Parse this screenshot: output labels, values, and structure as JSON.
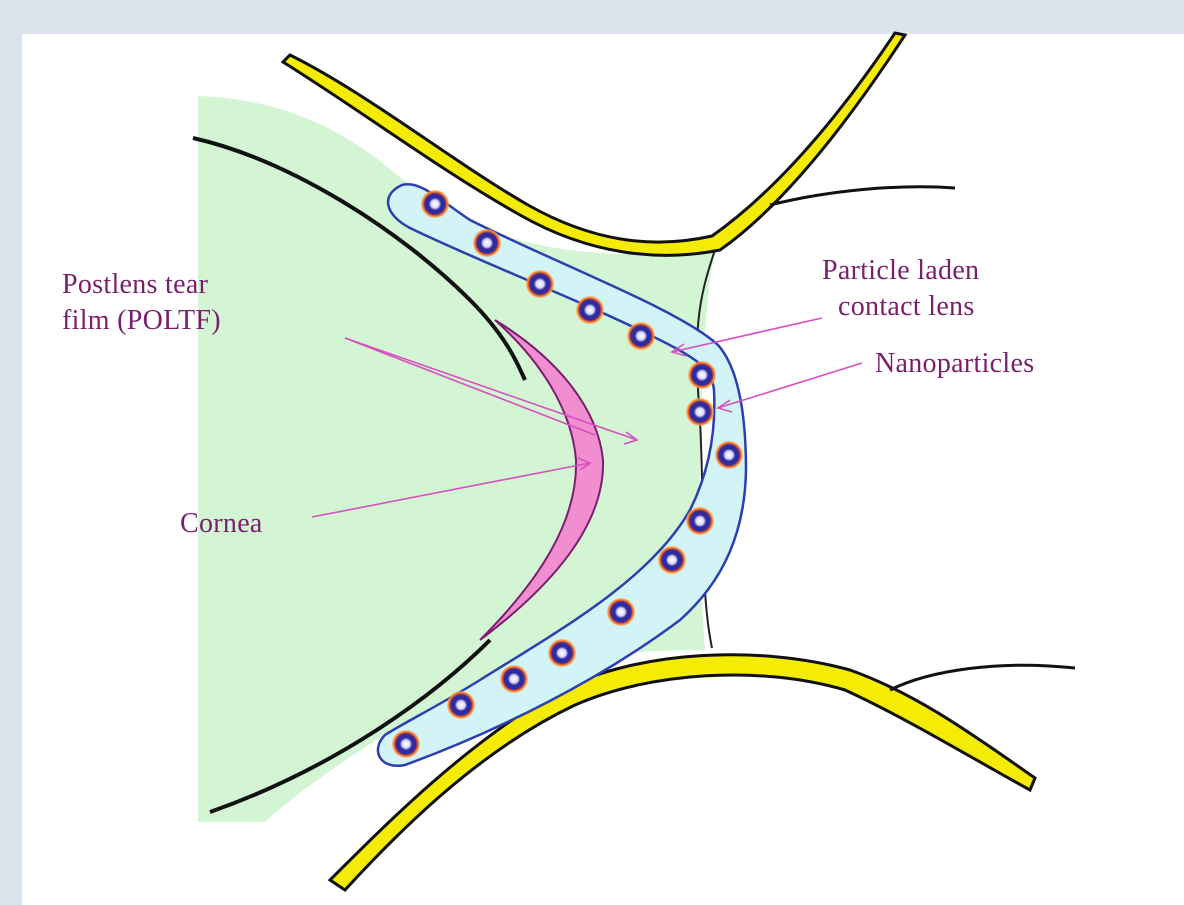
{
  "labels": {
    "poltf_line1": "Postlens tear",
    "poltf_line2": "film (POLTF)",
    "lens_line1": "Particle laden",
    "lens_line2": "contact lens",
    "nanoparticles": "Nanoparticles",
    "cornea": "Cornea"
  },
  "colors": {
    "background": "#dde3ec",
    "panel": "#ffffff",
    "tear_film": "#d3f5d3",
    "lens_fill": "#d2f4f6",
    "lens_outline": "#2b3fb0",
    "cornea_fill": "#f08ed0",
    "eyelid": "#f5ec05",
    "outline": "#111111",
    "pointer": "#d74fc0",
    "label_text": "#7a1f6e",
    "particle_core": "#2a2aa0",
    "particle_ring": "#ff7a20",
    "particle_center": "#ffffff"
  },
  "icons": {
    "particle": "nanoparticle-dot-icon"
  }
}
